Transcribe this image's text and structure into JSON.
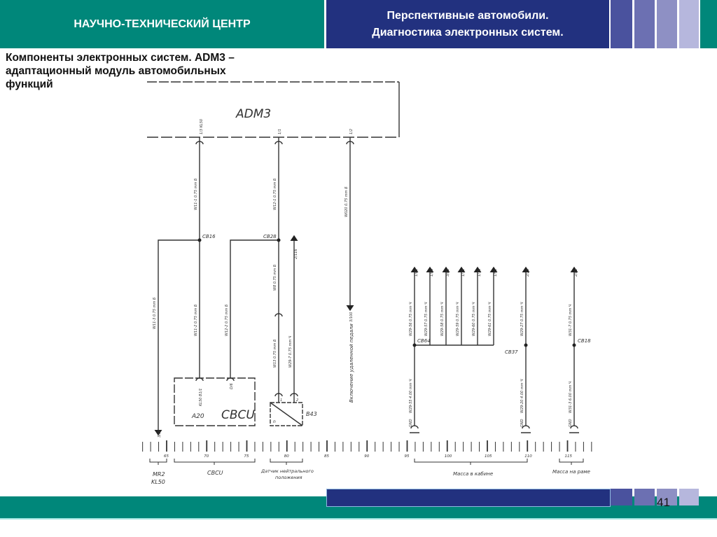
{
  "header": {
    "left_title": "НАУЧНО-ТЕХНИЧЕСКИЙ ЦЕНТР",
    "right_title_line1": "Перспективные автомобили.",
    "right_title_line2": "Диагностика электронных систем.",
    "square_colors": [
      "#4a529e",
      "#6c70b2",
      "#8e90c4",
      "#b6b7dd"
    ]
  },
  "slide": {
    "subtitle": "Компоненты электронных систем. ADM3 – адаптационный модуль автомобильных функций",
    "page_number": "41"
  },
  "diagram": {
    "module": "ADM3",
    "pins": {
      "p1": "1/3  KL50",
      "p2": "1/1",
      "p3": "1/2"
    },
    "wires": {
      "w1": "W11-1   0.75 mm Б",
      "w2": "W12-1   0.75 mm Б",
      "w3": "W020   0.75 mm Б",
      "w4": "W11-3   0.75 mm Б",
      "w5": "W11-2   0.75 mm Б",
      "w6": "W12-2   0.75 mm Б",
      "w7": "W8   0.75 mm Б",
      "w8": "W13   0.75 mm Б",
      "w9": "W29-7   0.75 mm Ч",
      "g1": "W29-56  0.75 mm Ч",
      "g2": "W29-57  0.75 mm Ч",
      "g3": "W29-58  0.75 mm Ч",
      "g4": "W29-59  0.75 mm Ч",
      "g5": "W29-60  0.75 mm Ч",
      "g6": "W29-61  0.75 mm Ч",
      "g7": "W29-27  0.75 mm Ч",
      "g8": "W31-7  0.75 mm Ч",
      "g9": "W29-55  4.00 mm Ч",
      "g10": "W29-20  4.00 mm Ч",
      "g11": "W31-3  6.00 mm Ч"
    },
    "nodes": {
      "cb16": "CB16",
      "cb28": "CB28",
      "cb64": "CB64",
      "cb37": "CB37",
      "cb18": "CB18"
    },
    "refs": {
      "r1": "3/50",
      "r2": "2/116",
      "r3": "3/100",
      "t1": "1/81",
      "t2": "1/86",
      "t3": "3/81",
      "t4": "1/71",
      "t5": "1/76",
      "t6": "1/91",
      "t7": "2/23",
      "t8": "2/81",
      "gnd": "GND"
    },
    "pedal_label": "Включение удаленной педали",
    "cbcu": {
      "id": "A20",
      "name": "CBCU",
      "pin_a": "KL50  B1/1",
      "pin_b": "D/6"
    },
    "b43": {
      "id": "B43",
      "mark": "n",
      "pin1": "1",
      "pin2": "2"
    },
    "ruler": {
      "numbers": [
        "65",
        "70",
        "75",
        "80",
        "85",
        "90",
        "95",
        "100",
        "105",
        "110",
        "115"
      ],
      "groups": {
        "mr2": [
          "MR2",
          "KL50"
        ],
        "cbcu": "CBCU",
        "sensor": [
          "Датчик нейтрального",
          "положения"
        ],
        "cab": "Масса в кабине",
        "frame": "Масса на раме"
      }
    }
  }
}
